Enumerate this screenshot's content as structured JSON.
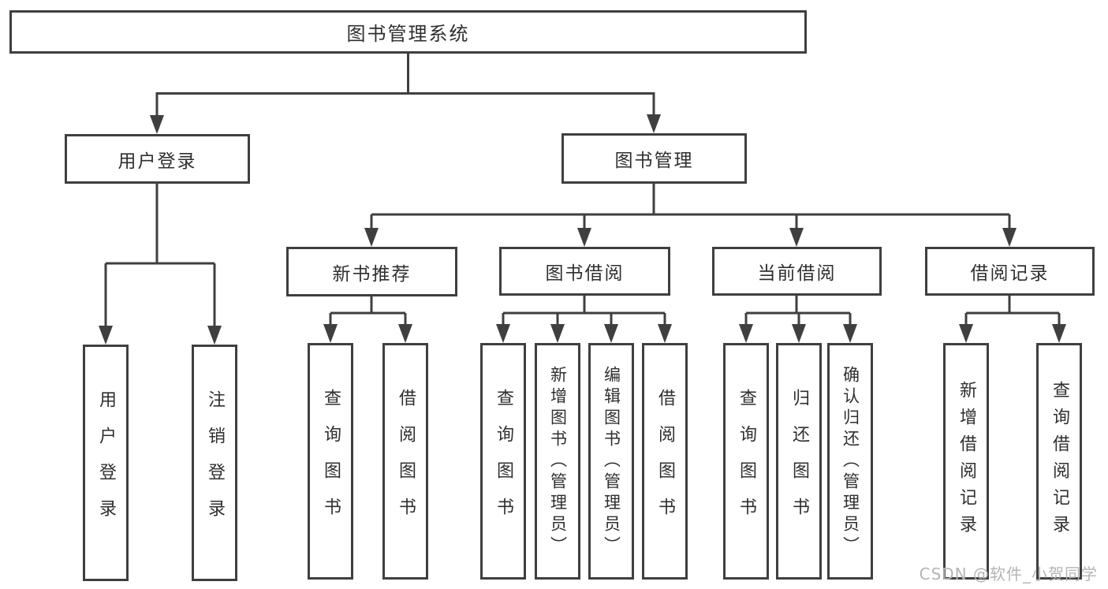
{
  "diagram": {
    "root": {
      "label": "图书管理系统"
    },
    "branches": [
      {
        "label": "用户登录",
        "children": [
          "用户登录",
          "注销登录"
        ]
      },
      {
        "label": "图书管理",
        "level2": [
          {
            "label": "新书推荐",
            "children": [
              "查询图书",
              "借阅图书"
            ]
          },
          {
            "label": "图书借阅",
            "children": [
              "查询图书",
              "新增图书（管理员）",
              "编辑图书（管理员）",
              "借阅图书"
            ]
          },
          {
            "label": "当前借阅",
            "children": [
              "查询图书",
              "归还图书",
              "确认归还（管理员）"
            ]
          },
          {
            "label": "借阅记录",
            "children": [
              "新增借阅记录",
              "查询借阅记录"
            ]
          }
        ]
      }
    ]
  },
  "watermark": "CSDN @软件_小贺同学",
  "colors": {
    "line": "#3f3f3f",
    "text": "#2f2f2f",
    "watermark": "#b5b5b5",
    "background": "#ffffff"
  }
}
